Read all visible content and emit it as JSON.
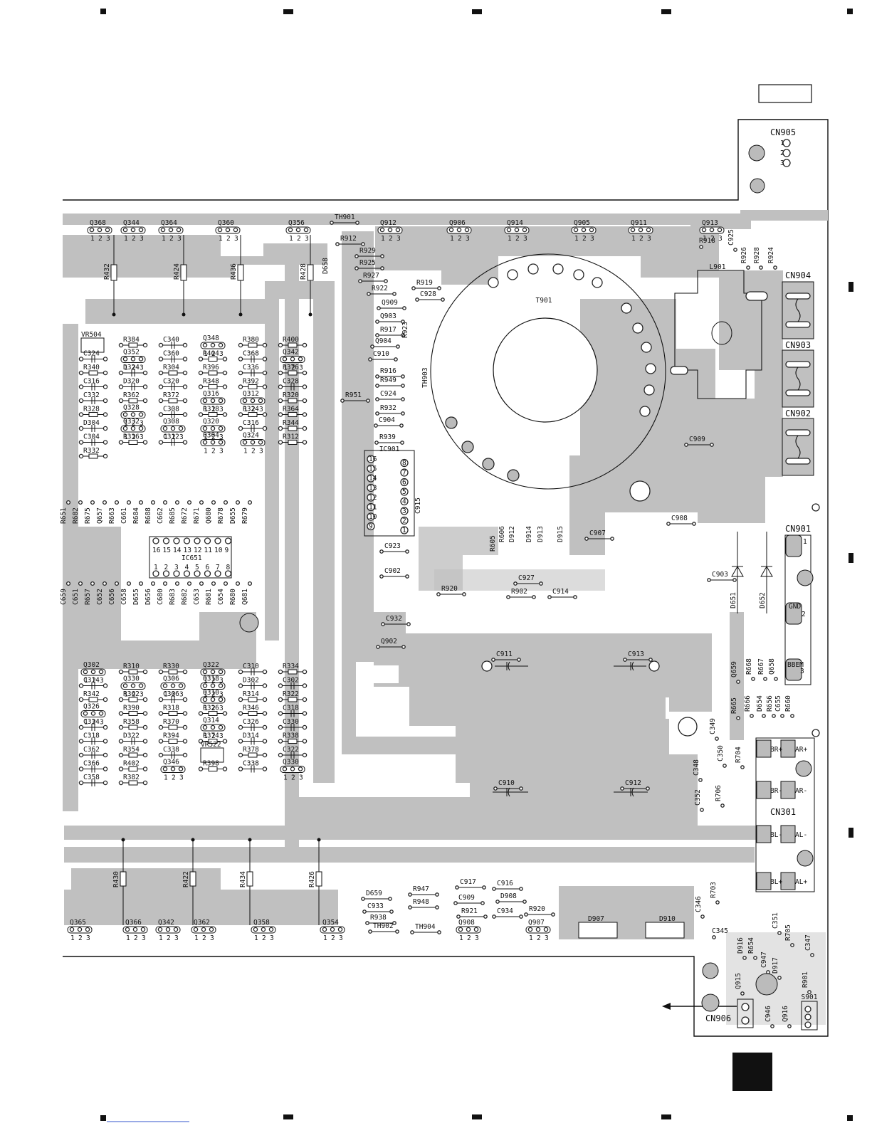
{
  "header_box": "",
  "corner_block": "",
  "connectors": {
    "cn905": {
      "label": "CN905",
      "pins": [
        "1",
        "2",
        "3"
      ]
    },
    "cn904": {
      "label": "CN904"
    },
    "cn903": {
      "label": "CN903"
    },
    "cn902": {
      "label": "CN902"
    },
    "cn901": {
      "label": "CN901",
      "pins": [
        "1",
        "GND",
        "2",
        "BBEM",
        "3"
      ]
    },
    "cn301": {
      "label": "CN301",
      "pins": [
        "BR+",
        "AR+",
        "BR-",
        "AR-",
        "BL-",
        "AL-",
        "BL+",
        "AL+"
      ]
    },
    "cn906": {
      "label": "CN906"
    },
    "s901": {
      "label": "S901"
    }
  },
  "transformer": {
    "label": "T901",
    "coil": "L901"
  },
  "ics": [
    {
      "label": "IC901",
      "pins_left": [
        "16",
        "15",
        "14",
        "13",
        "12",
        "11",
        "10",
        "9"
      ],
      "pins_right": [
        "1",
        "2",
        "3",
        "4",
        "5",
        "6",
        "7",
        "8"
      ]
    },
    {
      "label": "IC651",
      "pins_top": [
        "16",
        "15",
        "14",
        "13",
        "12",
        "11",
        "10",
        "9"
      ],
      "pins_bottom": [
        "1",
        "2",
        "3",
        "4",
        "5",
        "6",
        "7",
        "8"
      ]
    }
  ],
  "transistors_top": [
    "Q368",
    "Q344",
    "Q364",
    "Q360",
    "Q356",
    "Q912",
    "Q906",
    "Q914",
    "Q905",
    "Q911",
    "Q913"
  ],
  "transistors_bottom": [
    "Q365",
    "Q366",
    "Q342",
    "Q362",
    "Q358",
    "Q354",
    "Q908",
    "Q907"
  ],
  "resistors_vertical_top": [
    "R432",
    "R424",
    "R436",
    "R428"
  ],
  "resistors_vertical_bottom": [
    "R430",
    "R422",
    "R434",
    "R426"
  ],
  "upper_block_labels": [
    "VR504",
    "R384",
    "C340",
    "Q348",
    "R380",
    "R400",
    "C324",
    "Q352",
    "C360",
    "R404",
    "C368",
    "Q342",
    "R340",
    "D324",
    "R304",
    "R396",
    "C336",
    "R376",
    "C316",
    "D320",
    "C320",
    "R348",
    "R392",
    "C328",
    "C332",
    "R362",
    "R372",
    "Q316",
    "Q312",
    "R320",
    "R328",
    "Q328",
    "C308",
    "R318",
    "R324",
    "R364",
    "D304",
    "Q332",
    "Q308",
    "Q320",
    "C316",
    "R344",
    "C304",
    "R336",
    "C312",
    "Q304",
    "Q324",
    "R312",
    "R332"
  ],
  "lower_block_labels": [
    "Q302",
    "R310",
    "R330",
    "Q322",
    "C310",
    "R334",
    "C314",
    "Q330",
    "Q306",
    "Q318",
    "D302",
    "C302",
    "R342",
    "R362",
    "C306",
    "Q310",
    "R314",
    "R322",
    "Q326",
    "R390",
    "R318",
    "R326",
    "R346",
    "C318",
    "C334",
    "R358",
    "R370",
    "Q314",
    "C326",
    "C330",
    "C318",
    "D322",
    "R394",
    "R374",
    "D314",
    "R338",
    "C362",
    "R354",
    "C338",
    "VR522",
    "R378",
    "C322",
    "C366",
    "R402",
    "Q346",
    "R398",
    "C338",
    "Q330",
    "C358",
    "R382"
  ],
  "mid_left_labels": [
    "R651",
    "R682",
    "R675",
    "Q657",
    "R663",
    "C661",
    "R684",
    "R688",
    "C662",
    "R685",
    "R672",
    "R671",
    "Q680",
    "R678",
    "D655",
    "R679",
    "C659",
    "C651",
    "R657",
    "C652",
    "C656",
    "C658",
    "D655",
    "D656",
    "C680",
    "R683",
    "R682",
    "C653",
    "R681",
    "C654",
    "R680",
    "Q681"
  ],
  "center_labels": [
    "TH901",
    "R912",
    "D658",
    "R929",
    "R925",
    "R927",
    "R922",
    "R919",
    "C928",
    "Q909",
    "Q903",
    "R917",
    "R923",
    "Q904",
    "C910",
    "R916",
    "R949",
    "R951",
    "C924",
    "R932",
    "C904",
    "R939",
    "TH903",
    "C915",
    "C923",
    "C902",
    "R605",
    "R606",
    "D912",
    "D914",
    "D913",
    "D915",
    "C907",
    "C909",
    "C908",
    "R920",
    "C927",
    "R902",
    "C914",
    "C932",
    "Q902",
    "C911",
    "C913",
    "C910",
    "C912",
    "C903",
    "D651",
    "D652"
  ],
  "right_labels": [
    "R918",
    "C925",
    "R926",
    "R928",
    "R924",
    "Q659",
    "R668",
    "R667",
    "Q658",
    "R665",
    "R666",
    "D654",
    "R656",
    "C655",
    "R660",
    "C349",
    "C350",
    "R704",
    "C348",
    "C352",
    "R706",
    "R703",
    "C346",
    "C345",
    "C351",
    "R705",
    "C347",
    "D916",
    "R654",
    "C947",
    "D917",
    "Q915",
    "R901",
    "C946",
    "Q916"
  ],
  "bottom_labels": [
    "D659",
    "C933",
    "R938",
    "TH902",
    "R947",
    "R948",
    "C917",
    "C909",
    "R921",
    "TH904",
    "C916",
    "D908",
    "C934",
    "R920",
    "D907",
    "D910"
  ],
  "diode_pins": [
    "1",
    "2",
    "3"
  ]
}
